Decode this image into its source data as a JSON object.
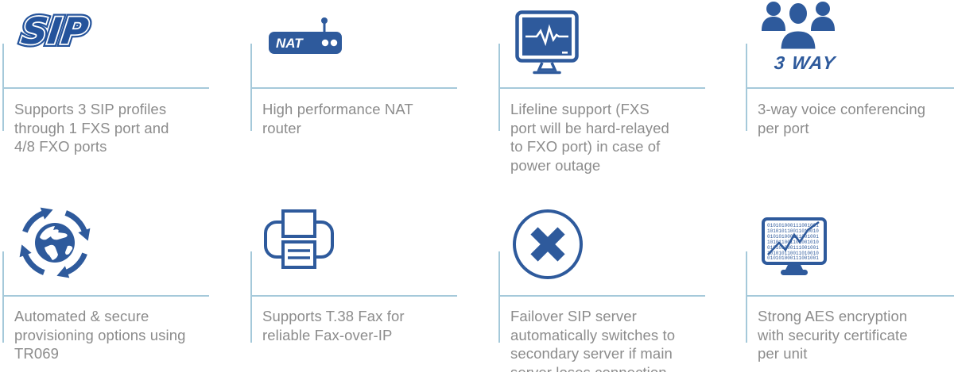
{
  "theme": {
    "icon_blue": "#2e5a9c",
    "line_blue": "#a5c9da",
    "text_gray": "#8c8c8c",
    "background": "#ffffff"
  },
  "features": [
    {
      "id": "sip-profiles",
      "icon": "sip-logo",
      "icon_text": "SIP",
      "description": "Supports 3 SIP profiles\nthrough 1 FXS port and\n4/8 FXO ports"
    },
    {
      "id": "nat-router",
      "icon": "nat-router-icon",
      "icon_text": "NAT",
      "description": "High performance NAT\nrouter"
    },
    {
      "id": "lifeline",
      "icon": "heartbeat-monitor-icon",
      "description": "Lifeline support (FXS\nport will be hard-relayed\nto FXO port) in case of\npower outage"
    },
    {
      "id": "three-way",
      "icon": "three-users-icon",
      "icon_text": "3 WAY",
      "description": "3-way voice conferencing\nper port"
    },
    {
      "id": "provisioning",
      "icon": "globe-sync-icon",
      "description": "Automated & secure\nprovisioning options using\nTR069"
    },
    {
      "id": "t38-fax",
      "icon": "fax-printer-icon",
      "description": "Supports T.38 Fax for\nreliable Fax-over-IP"
    },
    {
      "id": "failover",
      "icon": "crossed-circle-icon",
      "description": "Failover SIP server\nautomatically switches to\nsecondary server if main\nserver loses connection"
    },
    {
      "id": "aes-encryption",
      "icon": "binary-monitor-icon",
      "binary_rows": [
        "010101000111001001",
        "101010110011010010",
        "010101000111001001",
        "101011001101001010",
        "010101000111001001",
        "101010110011010010",
        "010101000111001001"
      ],
      "description": "Strong AES encryption\nwith security certificate\nper unit"
    }
  ]
}
